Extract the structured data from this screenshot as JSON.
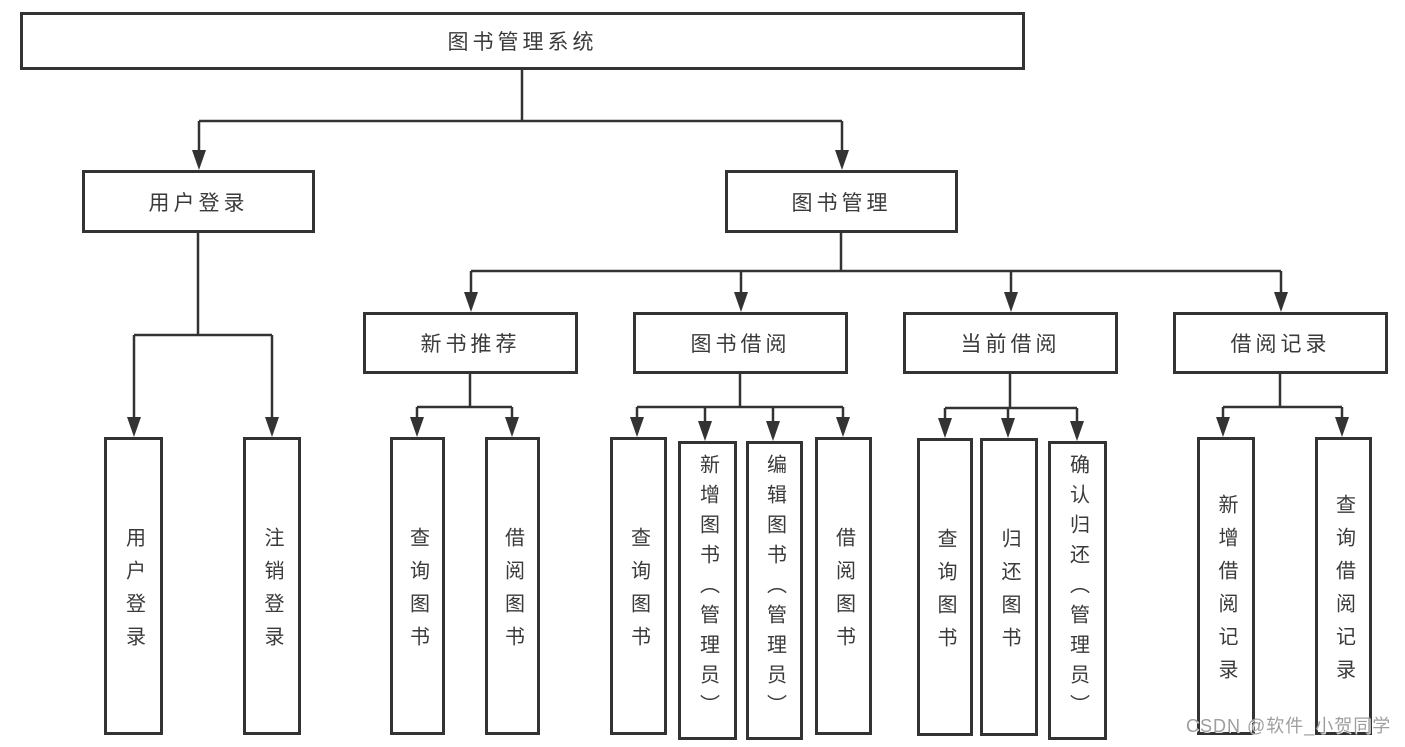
{
  "diagram": {
    "root": {
      "label": "图书管理系统"
    },
    "branches": [
      {
        "label": "用户登录",
        "children": [
          {
            "label": "用户登录"
          },
          {
            "label": "注销登录"
          }
        ]
      },
      {
        "label": "图书管理",
        "children": [
          {
            "label": "新书推荐",
            "children": [
              {
                "label": "查询图书"
              },
              {
                "label": "借阅图书"
              }
            ]
          },
          {
            "label": "图书借阅",
            "children": [
              {
                "label": "查询图书"
              },
              {
                "label": "新增图书（管理员）"
              },
              {
                "label": "编辑图书（管理员）"
              },
              {
                "label": "借阅图书"
              }
            ]
          },
          {
            "label": "当前借阅",
            "children": [
              {
                "label": "查询图书"
              },
              {
                "label": "归还图书"
              },
              {
                "label": "确认归还（管理员）"
              }
            ]
          },
          {
            "label": "借阅记录",
            "children": [
              {
                "label": "新增借阅记录"
              },
              {
                "label": "查询借阅记录"
              }
            ]
          }
        ]
      }
    ]
  },
  "watermark": {
    "text": "CSDN @软件_小贺同学"
  },
  "colors": {
    "line": "#333333",
    "text": "#3a3a3a",
    "watermark_text": "#9e9e9e",
    "background": "#ffffff"
  }
}
